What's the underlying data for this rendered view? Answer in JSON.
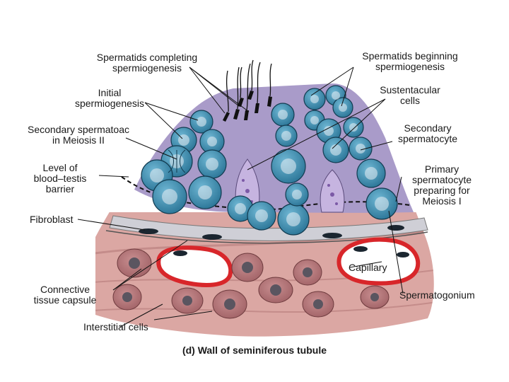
{
  "caption": "(d) Wall of seminiferous tubule",
  "labels": {
    "spermatids_completing": [
      "Spermatids completing",
      "spermiogenesis"
    ],
    "spermatids_beginning": [
      "Spermatids beginning",
      "spermiogenesis"
    ],
    "initial_spermiogenesis": [
      "Initial",
      "spermiogenesis"
    ],
    "sustentacular_cells": [
      "Sustentacular",
      "cells"
    ],
    "secondary_spermatocyte_meiosis": [
      "Secondary spermatoac",
      "in Meiosis II"
    ],
    "secondary_spermatocyte": [
      "Secondary",
      "spermatocyte"
    ],
    "blood_testis_barrier": [
      "Level of",
      "blood–testis",
      "barrier"
    ],
    "primary_spermatocyte": [
      "Primary",
      "spermatocyte",
      "preparing for",
      "Meiosis I"
    ],
    "fibroblast": "Fibroblast",
    "capillary": "Capillary",
    "connective_tissue_capsule": [
      "Connective",
      "tissue capsule"
    ],
    "spermatogonium": "Spermatogonium",
    "interstitial_cells": "Interstitial cells"
  },
  "colors": {
    "lumen": "#a99bc9",
    "germ_cell": "#3d8fb0",
    "germ_cell_nucleus": "#1f5f80",
    "connective_tissue": "#d9a3a0",
    "interstitial_cell": "#b9787a",
    "capillary_wall": "#d8262a",
    "fibroblast_band": "#c9c9cf"
  }
}
